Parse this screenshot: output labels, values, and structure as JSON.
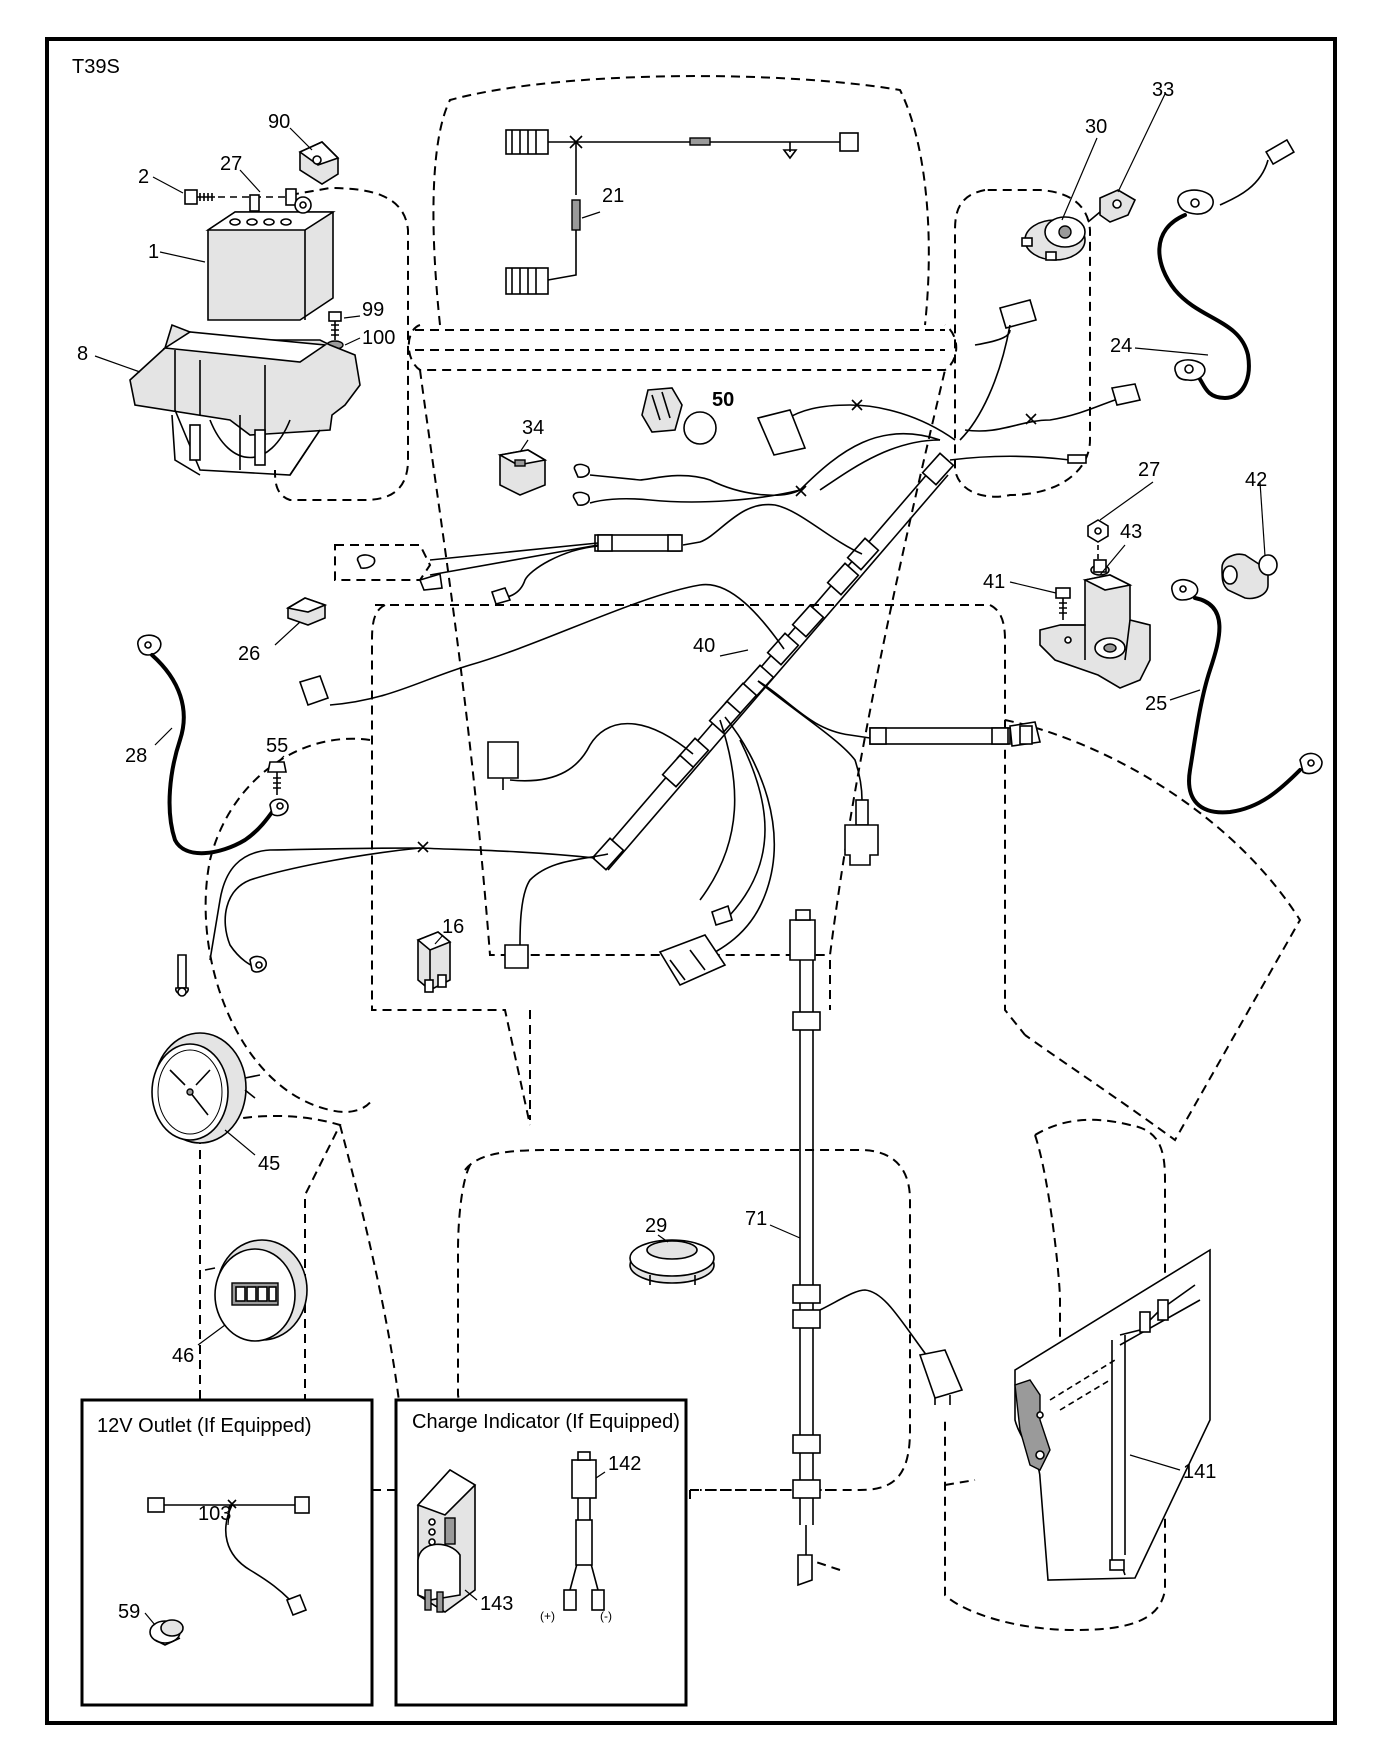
{
  "diagram": {
    "code": "T39S",
    "callouts": [
      {
        "id": "c1",
        "label": "1"
      },
      {
        "id": "c2",
        "label": "2"
      },
      {
        "id": "c8",
        "label": "8"
      },
      {
        "id": "c16",
        "label": "16"
      },
      {
        "id": "c21",
        "label": "21"
      },
      {
        "id": "c24",
        "label": "24"
      },
      {
        "id": "c25",
        "label": "25"
      },
      {
        "id": "c26",
        "label": "26"
      },
      {
        "id": "c27a",
        "label": "27"
      },
      {
        "id": "c27b",
        "label": "27"
      },
      {
        "id": "c28",
        "label": "28"
      },
      {
        "id": "c29",
        "label": "29"
      },
      {
        "id": "c30",
        "label": "30"
      },
      {
        "id": "c33",
        "label": "33"
      },
      {
        "id": "c34",
        "label": "34"
      },
      {
        "id": "c40",
        "label": "40"
      },
      {
        "id": "c41",
        "label": "41"
      },
      {
        "id": "c42",
        "label": "42"
      },
      {
        "id": "c43",
        "label": "43"
      },
      {
        "id": "c45",
        "label": "45"
      },
      {
        "id": "c46",
        "label": "46"
      },
      {
        "id": "c50",
        "label": "50"
      },
      {
        "id": "c55",
        "label": "55"
      },
      {
        "id": "c59",
        "label": "59"
      },
      {
        "id": "c71",
        "label": "71"
      },
      {
        "id": "c90",
        "label": "90"
      },
      {
        "id": "c99",
        "label": "99"
      },
      {
        "id": "c100",
        "label": "100"
      },
      {
        "id": "c103",
        "label": "103"
      },
      {
        "id": "c141",
        "label": "141"
      },
      {
        "id": "c142",
        "label": "142"
      },
      {
        "id": "c143",
        "label": "143"
      }
    ],
    "outlet_box": {
      "title": "12V Outlet (If Equipped)"
    },
    "charge_box": {
      "title": "Charge Indicator (If Equipped)",
      "plus": "(+)",
      "minus": "(-)"
    }
  }
}
